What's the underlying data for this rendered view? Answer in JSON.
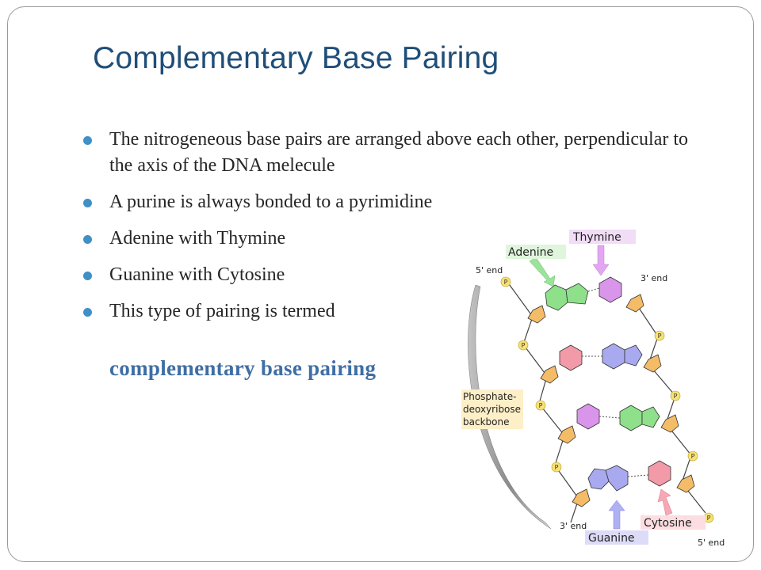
{
  "slide": {
    "title": "Complementary Base Pairing",
    "bullets": [
      "The nitrogeneous base pairs are arranged above each other, perpendicular to the axis of the DNA melecule",
      "A purine is always bonded to a pyrimidine",
      "Adenine with Thymine",
      "Guanine with Cytosine",
      "This type of pairing is termed"
    ],
    "emphasis": "complementary base pairing"
  },
  "diagram": {
    "labels": {
      "thymine": "Thymine",
      "adenine": "Adenine",
      "five_end_top": "5' end",
      "three_end_top": "3' end",
      "backbone_1": "Phosphate-",
      "backbone_2": "deoxyribose",
      "backbone_3": "backbone",
      "three_end_bottom": "3' end",
      "guanine": "Guanine",
      "cytosine": "Cytosine",
      "five_end_bottom": "5' end"
    },
    "colors": {
      "adenine": "#8ee08a",
      "thymine": "#d995ea",
      "guanine": "#a9a9f0",
      "cytosine": "#f29aa8",
      "sugar": "#f4bc66",
      "phosphate": "#f7e276",
      "backbone_label_bg": "#fdf0c8"
    }
  }
}
